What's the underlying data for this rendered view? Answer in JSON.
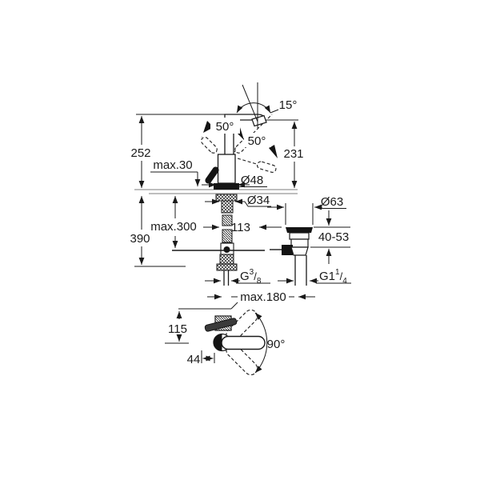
{
  "title": "faucet-installation-dimension-drawing",
  "colors": {
    "line": "#1a1a1a",
    "deck": "#a9a9a9",
    "background": "#ffffff"
  },
  "front_view": {
    "height_overall": "252",
    "spout_outlet_height": "231",
    "deck_thickness_max": "max.30",
    "body_diameter": "Ø48",
    "shank_diameter": "Ø34",
    "lever_swing_left": "50°",
    "lever_swing_right": "50°",
    "spout_tilt": "15°"
  },
  "below_deck": {
    "depth_overall": "390",
    "hose_length_max": "max.300",
    "dim_113": "113",
    "rod_reach_max": "max.180",
    "supply_thread": {
      "base": "G",
      "sup": "3",
      "slash": "/",
      "sub": "8"
    }
  },
  "waste_set": {
    "flange_diameter": "Ø63",
    "clamping_range": "40-53",
    "waste_thread": {
      "base": "G1",
      "sup": "1",
      "slash": "/",
      "sub": "4"
    }
  },
  "top_view": {
    "spout_reach": "115",
    "handle_offset": "44",
    "swivel_angle": "90°"
  }
}
